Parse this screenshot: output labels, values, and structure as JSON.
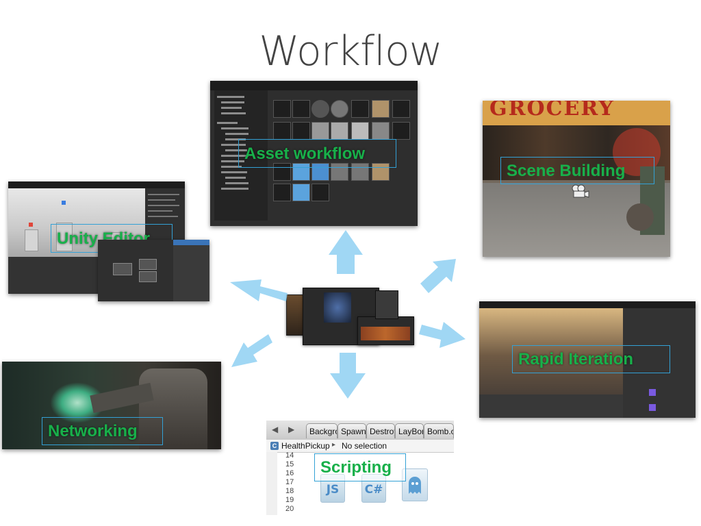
{
  "slide": {
    "title": "Workflow"
  },
  "labels": {
    "asset": "Asset workflow",
    "scene": "Scene Building",
    "unity": "Unity Editor",
    "rapid": "Rapid Iteration",
    "networking": "Networking",
    "scripting": "Scripting"
  },
  "scene_shot": {
    "sign": "GROCERY"
  },
  "script_shot": {
    "tabs": [
      "Backgro",
      "Spawne",
      "Destroy",
      "LayBom",
      "Bomb.c"
    ],
    "breadcrumb_file": "HealthPickup",
    "breadcrumb_sep": "▸",
    "selection": "No selection",
    "line_numbers": [
      "14",
      "15",
      "16",
      "17",
      "18",
      "19",
      "20"
    ],
    "icons": {
      "js": "JS",
      "cs": "C#"
    }
  },
  "colors": {
    "label_text": "#18b04a",
    "label_border": "#33a1d6",
    "arrow": "#8fd0f2"
  }
}
